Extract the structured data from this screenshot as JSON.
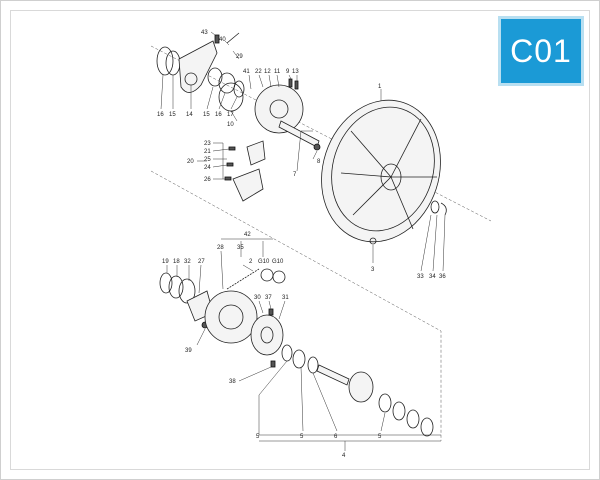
{
  "badge": {
    "code": "C01",
    "color": "#1b9ad6"
  },
  "labels": [
    {
      "id": "l43",
      "text": "43"
    },
    {
      "id": "l40",
      "text": "40"
    },
    {
      "id": "l29",
      "text": "29"
    },
    {
      "id": "l41",
      "text": "41"
    },
    {
      "id": "l22",
      "text": "22"
    },
    {
      "id": "l12",
      "text": "12"
    },
    {
      "id": "l11",
      "text": "11"
    },
    {
      "id": "l9",
      "text": "9"
    },
    {
      "id": "l13",
      "text": "13"
    },
    {
      "id": "l16a",
      "text": "16"
    },
    {
      "id": "l15a",
      "text": "15"
    },
    {
      "id": "l14",
      "text": "14"
    },
    {
      "id": "l15b",
      "text": "15"
    },
    {
      "id": "l16b",
      "text": "16"
    },
    {
      "id": "l17",
      "text": "17"
    },
    {
      "id": "l10",
      "text": "10"
    },
    {
      "id": "l1",
      "text": "1"
    },
    {
      "id": "l23",
      "text": "23"
    },
    {
      "id": "l21",
      "text": "21"
    },
    {
      "id": "l20",
      "text": "20"
    },
    {
      "id": "l25",
      "text": "25"
    },
    {
      "id": "l24",
      "text": "24"
    },
    {
      "id": "l26",
      "text": "26"
    },
    {
      "id": "l8",
      "text": "8"
    },
    {
      "id": "l7",
      "text": "7"
    },
    {
      "id": "l3",
      "text": "3"
    },
    {
      "id": "l33",
      "text": "33"
    },
    {
      "id": "l34",
      "text": "34"
    },
    {
      "id": "l36",
      "text": "36"
    },
    {
      "id": "l42",
      "text": "42"
    },
    {
      "id": "l28",
      "text": "28"
    },
    {
      "id": "l35",
      "text": "35"
    },
    {
      "id": "l2",
      "text": "2"
    },
    {
      "id": "lG10a",
      "text": "G10"
    },
    {
      "id": "lG10b",
      "text": "G10"
    },
    {
      "id": "l19",
      "text": "19"
    },
    {
      "id": "l18",
      "text": "18"
    },
    {
      "id": "l32",
      "text": "32"
    },
    {
      "id": "l27",
      "text": "27"
    },
    {
      "id": "l30",
      "text": "30"
    },
    {
      "id": "l37",
      "text": "37"
    },
    {
      "id": "l31",
      "text": "31"
    },
    {
      "id": "l39",
      "text": "39"
    },
    {
      "id": "l38",
      "text": "38"
    },
    {
      "id": "l5a",
      "text": "5"
    },
    {
      "id": "l5b",
      "text": "5"
    },
    {
      "id": "l6",
      "text": "6"
    },
    {
      "id": "l5c",
      "text": "5"
    },
    {
      "id": "l4",
      "text": "4"
    }
  ]
}
